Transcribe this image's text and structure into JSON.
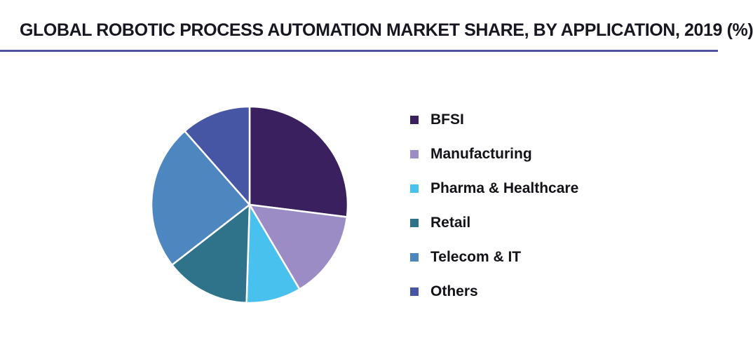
{
  "chart_data": {
    "type": "pie",
    "title": "GLOBAL ROBOTIC PROCESS AUTOMATION MARKET SHARE, BY APPLICATION, 2019 (%)",
    "categories": [
      "BFSI",
      "Manufacturing",
      "Pharma & Healthcare",
      "Retail",
      "Telecom & IT",
      "Others"
    ],
    "values": [
      27,
      14.5,
      9,
      14,
      24,
      11.5
    ],
    "unit": "%",
    "colors": [
      "#3b2060",
      "#9c8cc6",
      "#49c1ef",
      "#2e7389",
      "#4e87c0",
      "#4655a4"
    ],
    "start_angle_deg": 0,
    "direction": "clockwise",
    "legend_position": "right",
    "data_labels": false,
    "slice_border_color": "#ffffff",
    "slice_border_width": 2.5
  },
  "style_colors": {
    "background": "#ffffff",
    "title_text": "#171722",
    "divider": "#5152a2",
    "legend_text": "#121218"
  }
}
